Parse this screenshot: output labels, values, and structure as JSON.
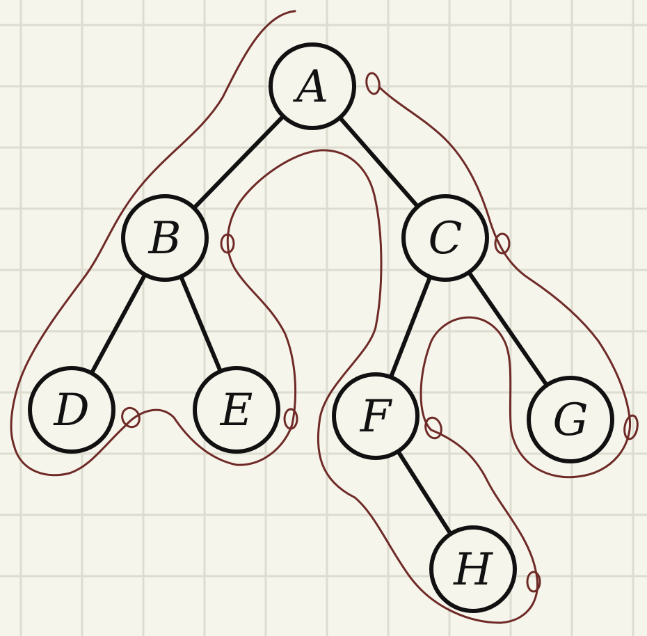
{
  "diagram": {
    "kind": "binary tree traversal sketch",
    "background": "#f6f5ec",
    "grid_color": "#dcdcd0",
    "edge_color": "#111111",
    "trace_color": "#6e2a26",
    "nodes": [
      {
        "id": "A",
        "label": "A"
      },
      {
        "id": "B",
        "label": "B"
      },
      {
        "id": "C",
        "label": "C"
      },
      {
        "id": "D",
        "label": "D"
      },
      {
        "id": "E",
        "label": "E"
      },
      {
        "id": "F",
        "label": "F"
      },
      {
        "id": "G",
        "label": "G"
      },
      {
        "id": "H",
        "label": "H"
      }
    ],
    "edges": [
      {
        "from": "A",
        "to": "B"
      },
      {
        "from": "A",
        "to": "C"
      },
      {
        "from": "B",
        "to": "D"
      },
      {
        "from": "B",
        "to": "E"
      },
      {
        "from": "C",
        "to": "F"
      },
      {
        "from": "C",
        "to": "G"
      },
      {
        "from": "F",
        "to": "H"
      }
    ],
    "trace_marks": [
      {
        "near": "A"
      },
      {
        "near": "B"
      },
      {
        "near": "C"
      },
      {
        "near": "D"
      },
      {
        "near": "E"
      },
      {
        "near": "F"
      },
      {
        "near": "G"
      },
      {
        "near": "H"
      }
    ]
  }
}
